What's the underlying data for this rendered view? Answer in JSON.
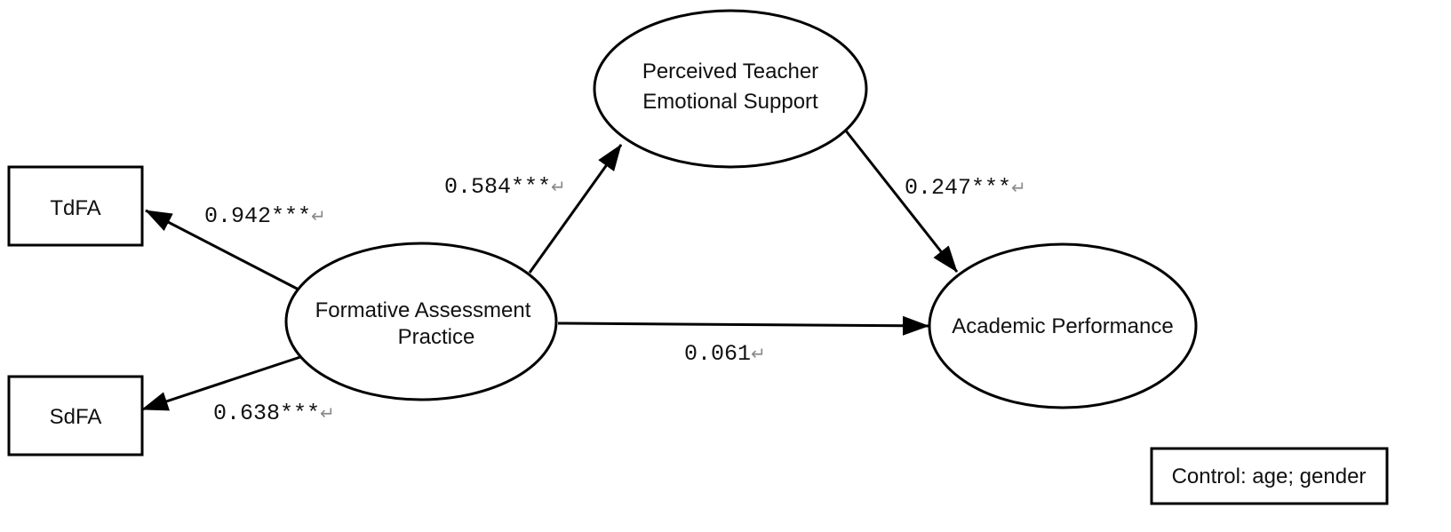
{
  "nodes": {
    "tdfa": {
      "label": "TdFA"
    },
    "sdfa": {
      "label": "SdFA"
    },
    "fap": {
      "lines": [
        "Formative Assessment",
        "Practice"
      ]
    },
    "ptes": {
      "lines": [
        "Perceived Teacher",
        "Emotional Support"
      ]
    },
    "ap": {
      "label": "Academic Performance"
    },
    "control": {
      "label": "Control: age; gender"
    }
  },
  "edges": {
    "fap_tdfa": {
      "coef": "0.942***"
    },
    "fap_sdfa": {
      "coef": "0.638***"
    },
    "fap_ptes": {
      "coef": "0.584***"
    },
    "ptes_ap": {
      "coef": "0.247***"
    },
    "fap_ap": {
      "coef": "0.061"
    }
  },
  "symbols": {
    "return_mark": "↵"
  },
  "colors": {
    "line": "#000000",
    "text": "#111111",
    "return_mark": "#8a8a8a"
  }
}
